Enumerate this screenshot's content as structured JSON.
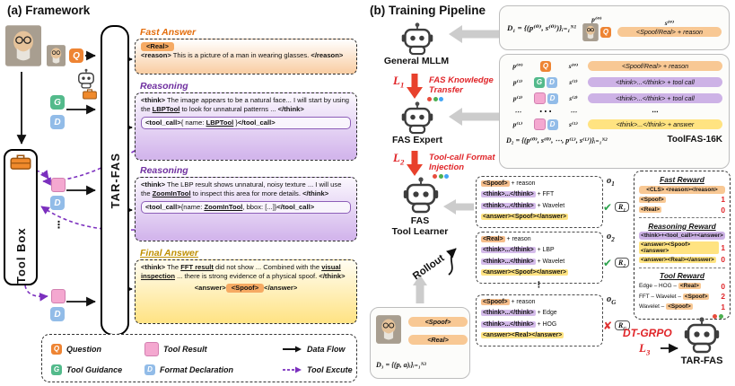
{
  "misc": {
    "vdots": "⋮",
    "hdots": "⋯"
  },
  "badges": {
    "q": "Q",
    "g": "G",
    "d": "D"
  },
  "panel_a": {
    "title": "(a) Framework",
    "toolbox": "Tool Box",
    "tarfas": "TAR-FAS",
    "fast_answer": {
      "header": "Fast Answer",
      "cls": "<Real>",
      "reason_open": "<reason>",
      "reason": " This is a picture of a man in wearing glasses. ",
      "reason_close": "</reason>"
    },
    "reasoning1": {
      "header": "Reasoning",
      "think_open": "<think>",
      "pre": " The image appears to be a natural face... I will start by using the ",
      "tool": "LBPTool",
      "post": " to look for unnatural patterns ... ",
      "think_close": "</think>",
      "call_open": "<tool_call>",
      "call_pre": "{ name: ",
      "call_name": "LBPTool",
      "call_post": " }",
      "call_close": "</tool_call>"
    },
    "reasoning2": {
      "header": "Reasoning",
      "think_open": "<think>",
      "pre": " The LBP result shows unnatural, noisy texture ... I will use the ",
      "tool": "ZoomInTool",
      "post": " to inspect this area for more details. ",
      "think_close": "</think>",
      "call_open": "<tool_call>",
      "call_pre": "{name: ",
      "call_name": "ZoomInTool",
      "call_post": ", bbox: [...]}",
      "call_close": "</tool_call>"
    },
    "final_answer": {
      "header": "Final Answer",
      "think_open": "<think>",
      "t1": " The ",
      "u1": "FFT result",
      "t2": " did not show ... Combined with the ",
      "u2": "visual inspection",
      "t3": " ... there is strong evidence of a physical spoof. ",
      "think_close": "</think>",
      "answer_open": "<answer>",
      "answer": "<Spoof>",
      "answer_close": "</answer>"
    },
    "legend": {
      "question": "Question",
      "tool_result": "Tool Result",
      "data_flow": "Data Flow",
      "tool_guidance": "Tool Guidance",
      "format_declaration": "Format Declaration",
      "tool_execute": "Tool Excute"
    }
  },
  "panel_b": {
    "title": "(b) Training Pipeline",
    "general_mllm": "General MLLM",
    "fas_expert": "FAS Expert",
    "fas_tool_learner_1": "FAS",
    "fas_tool_learner_2": "Tool Learner",
    "l1": {
      "sym": "L",
      "sub": "1",
      "line1": "FAS Knowledge",
      "line2": "Transfer"
    },
    "l2": {
      "sym": "L",
      "sub": "2",
      "line1": "Tool-call Format",
      "line2": "Injection"
    },
    "l3": {
      "sym": "L",
      "sub": "3"
    },
    "d1": {
      "formula": "D₁ = {(p⁽⁰⁾, s⁽⁰⁾)}ᵢ₌₁ᴺ¹",
      "p_label": "p⁽⁰⁾",
      "s_label": "s⁽⁰⁾",
      "content": "<Spoof/Real> + reason"
    },
    "d2": {
      "rows": [
        {
          "p": "p⁽⁰⁾",
          "s": "s⁽⁰⁾",
          "content": "<Spoof/Real> + reason"
        },
        {
          "p": "p⁽¹⁾",
          "s": "s⁽¹⁾",
          "content": "<think>...</think> + tool call"
        },
        {
          "p": "p⁽²⁾",
          "s": "s⁽²⁾",
          "content": "<think>...</think> + tool call"
        },
        {
          "p": "⋯",
          "s": "⋯",
          "content": "⋯"
        },
        {
          "p": "p⁽ᴸ⁾",
          "s": "s⁽ᴸ⁾",
          "content": "<think>...</think> + answer"
        }
      ],
      "formula": "D₂ = {(p⁽⁰⁾, s⁽⁰⁾, ⋯, p⁽ᴸ⁾, s⁽ᴸ⁾)}ᵢ₌₁ᴺ²",
      "dataset_name": "ToolFAS-16K"
    },
    "rollout": "Rollout",
    "outputs": [
      {
        "base": "o",
        "sub": "1",
        "mark": "✔",
        "rbase": "R",
        "rsub": "1",
        "l0t": "<Spoof>",
        "l0r": " + reason",
        "l1t": "<think>...</think>",
        "l1r": " + FFT",
        "l2t": "<think>...</think>",
        "l2r": " + Wavelet",
        "l3t": "<answer><Spoof></answer>"
      },
      {
        "base": "o",
        "sub": "2",
        "mark": "✔",
        "rbase": "R",
        "rsub": "2",
        "l0t": "<Real>",
        "l0r": " + reason",
        "l1t": "<think>...</think>",
        "l1r": " + LBP",
        "l2t": "<think>...</think>",
        "l2r": " + Wavelet",
        "l3t": "<answer><Spoof></answer>"
      },
      {
        "base": "o",
        "sub": "G",
        "mark": "✘",
        "rbase": "R",
        "rsub": "G",
        "l0t": "<Spoof>",
        "l0r": " + reason",
        "l1t": "<think>...</think>",
        "l1r": " + Edge",
        "l2t": "<think>...</think>",
        "l2r": " + HOG",
        "l3t": "<answer><Real></answer>"
      }
    ],
    "d3": {
      "spoof": "<Spoof>",
      "real": "<Real>",
      "formula": "D₃ = {(p, a)ᵢ}ᵢ₌₁ᴺ³"
    },
    "rewards": {
      "fast": {
        "header": "Fast Reward",
        "strip": "<CLS> <reason></reason>",
        "rows": [
          {
            "tag": "<Spoof>",
            "val": "1"
          },
          {
            "tag": "<Real>",
            "val": "0"
          }
        ]
      },
      "reasoning": {
        "header": "Reasoning Reward",
        "strip": "<think>+<tool_call>+<answer>",
        "rows": [
          {
            "tag": "<answer><Spoof></answer>",
            "val": "1"
          },
          {
            "tag": "<answer><Real></answer>",
            "val": "0"
          }
        ]
      },
      "tool": {
        "header": "Tool Reward",
        "rows": [
          {
            "pre": "Edge – HOG – ",
            "tag": "<Real>",
            "val": "0"
          },
          {
            "pre": "FFT – Wavelet – ",
            "tag": "<Spoof>",
            "val": "2"
          },
          {
            "pre": "Wavelet – ",
            "tag": "<Spoof>",
            "val": "1"
          }
        ]
      }
    },
    "dt_grpo": "DT-GRPO",
    "tarfas": "TAR-FAS"
  }
}
